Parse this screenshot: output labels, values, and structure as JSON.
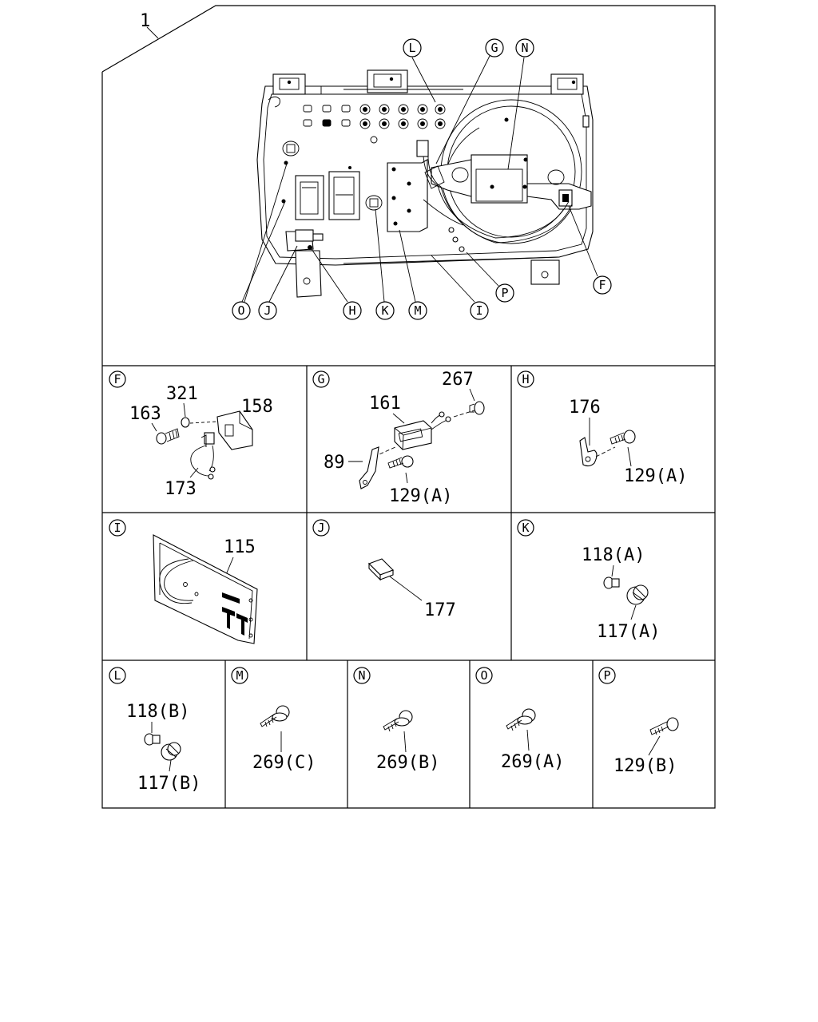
{
  "assembly_label": "1",
  "main_callouts": {
    "L": "L",
    "G": "G",
    "N": "N",
    "O": "O",
    "J": "J",
    "H": "H",
    "K": "K",
    "M": "M",
    "I": "I",
    "P": "P",
    "F": "F"
  },
  "panels": {
    "F": {
      "letter": "F",
      "parts": {
        "p163": "163",
        "p321": "321",
        "p158": "158",
        "p173": "173"
      }
    },
    "G": {
      "letter": "G",
      "parts": {
        "p267": "267",
        "p161": "161",
        "p89": "89",
        "p129A": "129(A)"
      }
    },
    "H": {
      "letter": "H",
      "parts": {
        "p176": "176",
        "p129A": "129(A)"
      }
    },
    "I": {
      "letter": "I",
      "parts": {
        "p115": "115"
      }
    },
    "J": {
      "letter": "J",
      "parts": {
        "p177": "177"
      }
    },
    "K": {
      "letter": "K",
      "parts": {
        "p118A": "118(A)",
        "p117A": "117(A)"
      }
    },
    "L": {
      "letter": "L",
      "parts": {
        "p118B": "118(B)",
        "p117B": "117(B)"
      }
    },
    "M": {
      "letter": "M",
      "parts": {
        "p269C": "269(C)"
      }
    },
    "N": {
      "letter": "N",
      "parts": {
        "p269B": "269(B)"
      }
    },
    "O": {
      "letter": "O",
      "parts": {
        "p269A": "269(A)"
      }
    },
    "P": {
      "letter": "P",
      "parts": {
        "p129B": "129(B)"
      }
    }
  }
}
